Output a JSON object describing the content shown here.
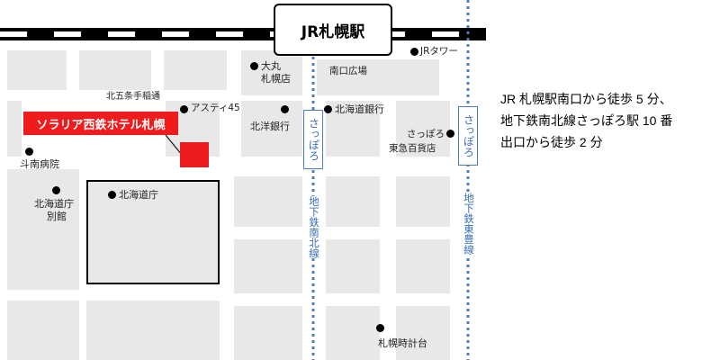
{
  "map": {
    "station": "JR札幌駅",
    "hotel": "ソラリア西鉄ホテル札幌",
    "labels": {
      "jr_tower": "JRタワー",
      "daimaru_1": "大丸",
      "daimaru_2": "札幌店",
      "south_plaza": "南口広場",
      "kita5": "北五条手稲通",
      "aster45": "アスティ45",
      "hokuyo": "北洋銀行",
      "hokkaido_bank": "北海道銀行",
      "sapporo_tokyu_1": "さっぽろ",
      "sapporo_tokyu_2": "東急百貨店",
      "tonan": "斗南病院",
      "pref_annex_1": "北海道庁",
      "pref_annex_2": "別館",
      "pref_office": "北海道庁",
      "clock_tower": "札幌時計台"
    },
    "sapporo_sign": "さっぽろ",
    "namboku_line": "地下鉄南北線",
    "toho_line": "地下鉄東豊線",
    "colors": {
      "block": "#e8e8e8",
      "hotel": "#ee1c1c",
      "subway": "#4a7fc0"
    }
  },
  "directions": {
    "line1": "JR 札幌駅南口から徒歩 5 分、",
    "line2": "地下鉄南北線さっぽろ駅 10 番",
    "line3": "出口から徒歩 2 分"
  }
}
